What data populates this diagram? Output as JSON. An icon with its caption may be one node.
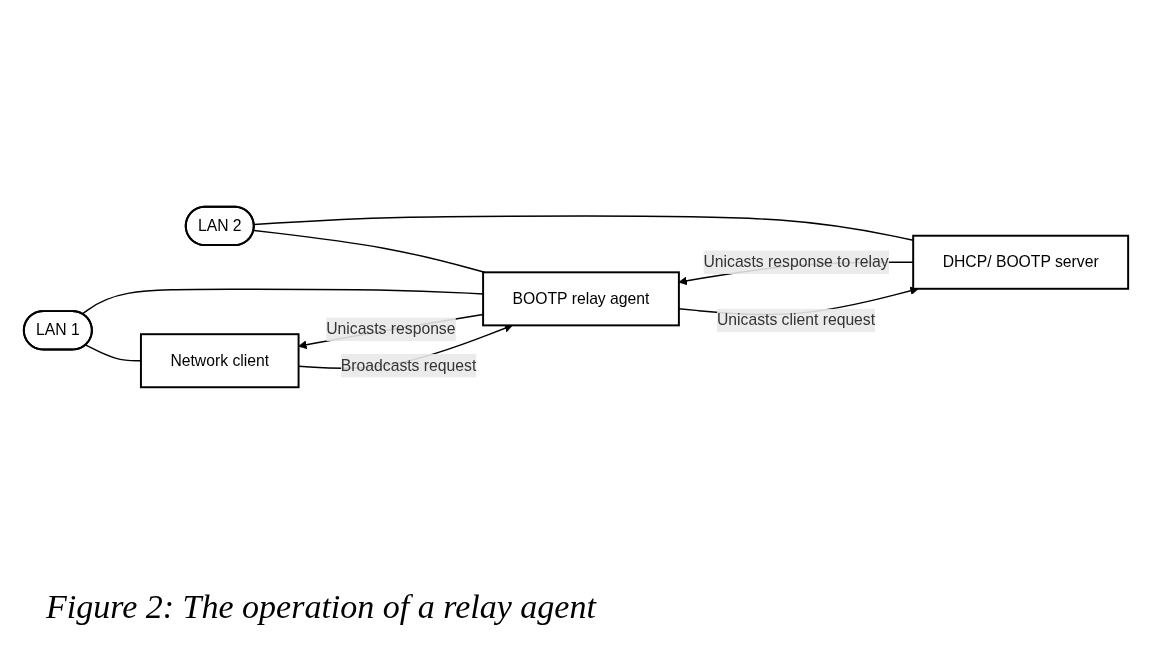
{
  "diagram": {
    "caption": "Figure 2: The operation of a relay agent",
    "nodes": [
      {
        "text": [
          "LAN 1"
        ]
      },
      {
        "text": [
          "LAN 2"
        ]
      },
      {
        "text": [
          "Network client"
        ]
      },
      {
        "text": [
          "BOOTP relay agent"
        ]
      },
      {
        "text": [
          "DHCP/ BOOTP server"
        ]
      }
    ],
    "edges": [
      {
        "from": 0,
        "to": 2,
        "arrow": "none"
      },
      {
        "from": 0,
        "to": 3,
        "arrow": "none"
      },
      {
        "from": 1,
        "to": 3,
        "arrow": "none"
      },
      {
        "from": 1,
        "to": 4,
        "arrow": "none"
      },
      {
        "from": 2,
        "to": 3,
        "arrow": "to",
        "label": "Broadcasts request"
      },
      {
        "from": 3,
        "to": 2,
        "arrow": "to",
        "label": "Unicasts response"
      },
      {
        "from": 3,
        "to": 4,
        "arrow": "to",
        "label": "Unicasts client request"
      },
      {
        "from": 4,
        "to": 3,
        "arrow": "to",
        "label": "Unicasts response to relay"
      }
    ]
  }
}
